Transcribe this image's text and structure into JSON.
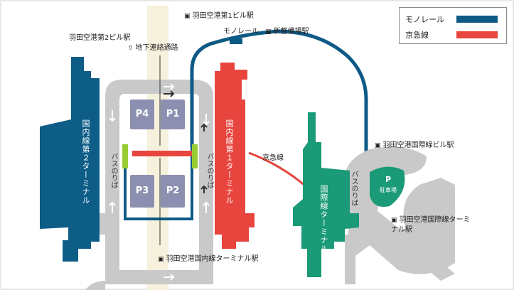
{
  "colors": {
    "monorail": "#0e5a86",
    "keikyu": "#e8453e",
    "domestic_t2": "#0d5d87",
    "domestic_t1": "#e8453e",
    "international": "#1a9a77",
    "road": "#c8c8c8",
    "parking": "#8c8fb0",
    "platform": "#99cc33"
  },
  "legend": {
    "monorail_label": "モノレール",
    "keikyu_label": "京急線"
  },
  "labels": {
    "t2_station": "羽田空港第2ビル駅",
    "underground_passage": "地下連絡通路",
    "t1_station": "羽田空港第1ビル駅",
    "monorail": "モノレール",
    "shinseibi_station": "新整備場駅",
    "keikyu_line": "京急線",
    "intl_bldg_station": "羽田空港国際線ビル駅",
    "intl_terminal_station": "羽田空港国際線ターミナル駅",
    "domestic_terminal_station": "羽田空港国内線ターミナル駅"
  },
  "buildings": {
    "t2": "国内線第２ターミナル",
    "t1": "国内線第１ターミナル",
    "intl": "国際線ターミナル"
  },
  "bus_stops": {
    "left": "バスのりば",
    "right": "バスのりば",
    "intl": "バスのりば"
  },
  "parking": {
    "p1": "P1",
    "p2": "P2",
    "p3": "P3",
    "p4": "P4",
    "intl_p": "P",
    "intl_p_caption": "駐車場"
  }
}
